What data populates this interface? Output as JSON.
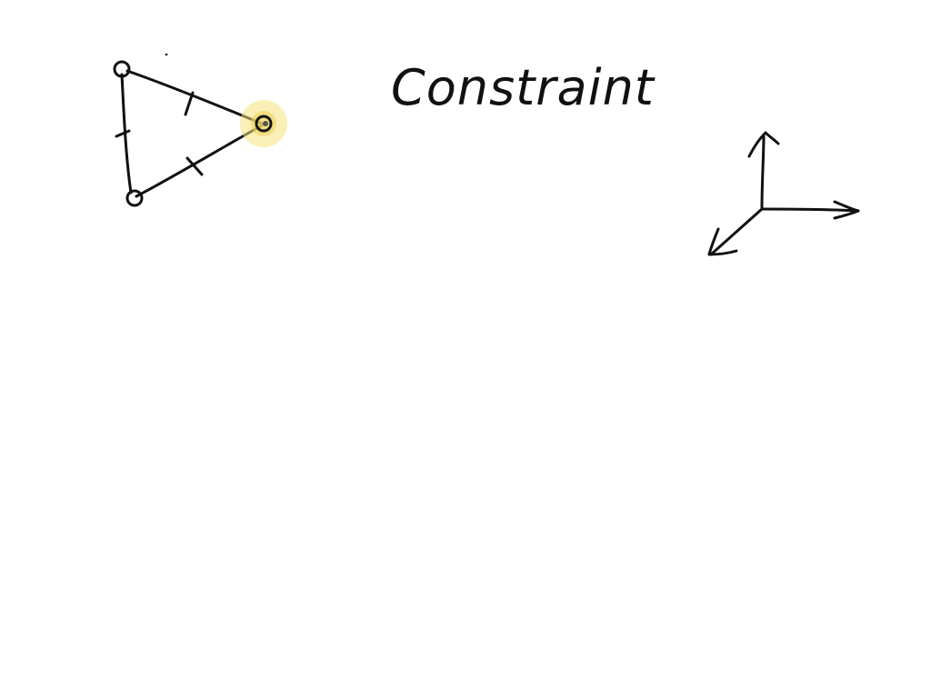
{
  "whiteboard": {
    "title": "Constraint",
    "ink_color": "#111111",
    "pointer_highlight_color": "#f5e27a",
    "drawings": [
      {
        "name": "triangle",
        "vertices": 3,
        "marked_sides": 3
      },
      {
        "name": "coordinate-axes",
        "arrows": 3
      }
    ]
  }
}
